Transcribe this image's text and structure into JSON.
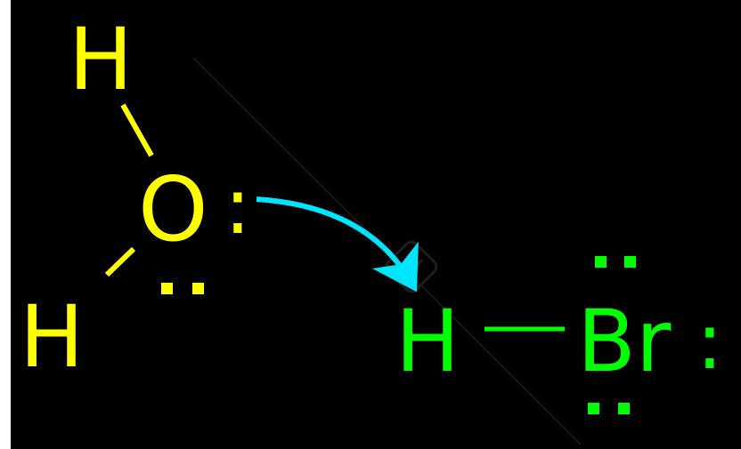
{
  "colors": {
    "background": "#000000",
    "water": "#ffff00",
    "hbr": "#00ff00",
    "arrow": "#00e5ff"
  },
  "water": {
    "h_top": "H",
    "oxygen": "O",
    "h_bottom": "H",
    "lone_pair_right": ":",
    "lone_pair_bottom": ".."
  },
  "hbr": {
    "hydrogen": "H",
    "bromine": "Br",
    "lone_pair_right": ":"
  },
  "icons": {
    "arrow": "curved-arrow-icon",
    "watermark": "watermark-logo-icon"
  }
}
